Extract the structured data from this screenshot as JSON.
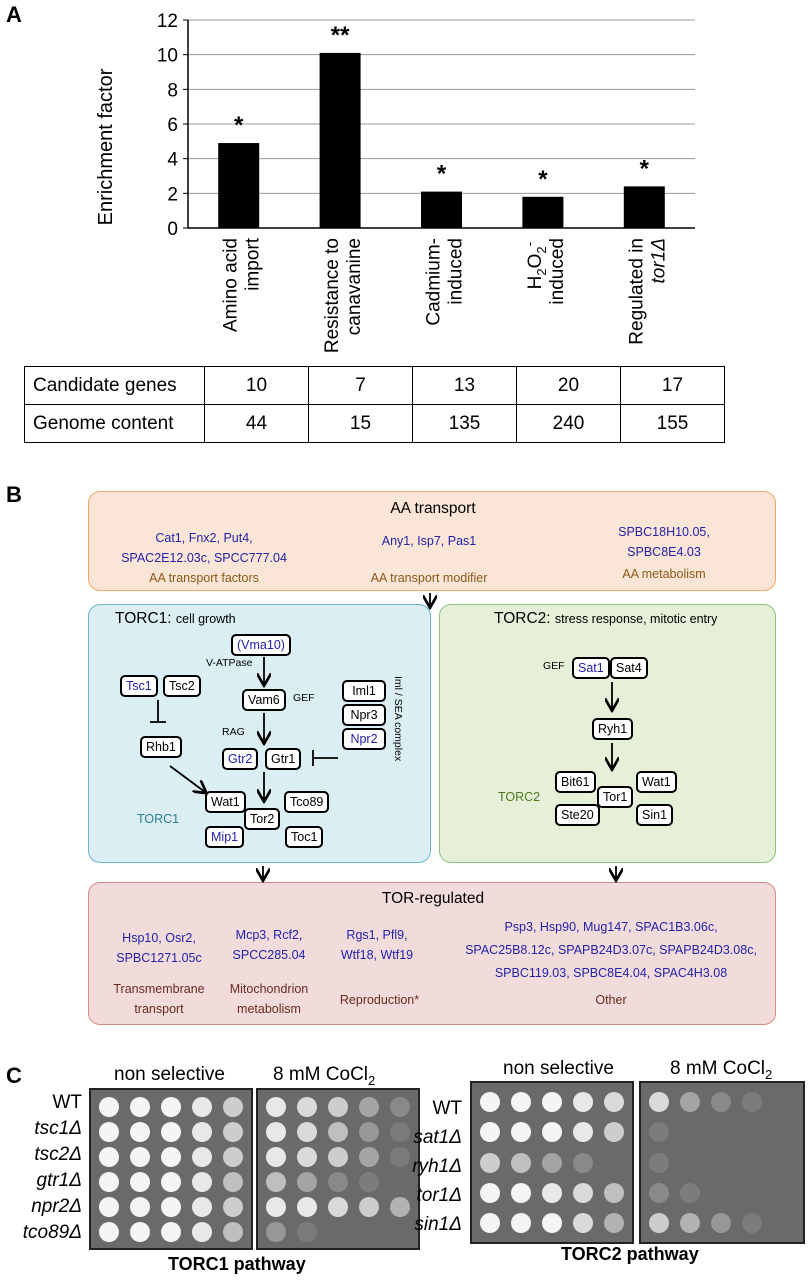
{
  "panel_a": {
    "label": "A",
    "chart_data": {
      "type": "bar",
      "ylabel": "Enrichment factor",
      "ylim": [
        0,
        12
      ],
      "yticks": [
        0,
        2,
        4,
        6,
        8,
        10,
        12
      ],
      "categories": [
        {
          "line1": "Amino acid",
          "line2": "import"
        },
        {
          "line1": "Resistance to",
          "line2": "canavanine"
        },
        {
          "line1": "Cadmium-",
          "line2": "induced"
        },
        {
          "line1": "H2O2-",
          "line2": "induced"
        },
        {
          "line1": "Regulated in",
          "line2": "tor1Δ"
        }
      ],
      "values": [
        4.9,
        10.1,
        2.1,
        1.8,
        2.4
      ],
      "significance": [
        "*",
        "**",
        "*",
        "*",
        "*"
      ],
      "grid": true
    },
    "table": {
      "rows": [
        {
          "label": "Candidate genes",
          "values": [
            "10",
            "7",
            "13",
            "20",
            "17"
          ]
        },
        {
          "label": "Genome content",
          "values": [
            "44",
            "15",
            "135",
            "240",
            "155"
          ]
        }
      ]
    }
  },
  "panel_b": {
    "label": "B",
    "aa_transport": {
      "title": "AA transport",
      "groups": [
        {
          "genes1": "Cat1, Fnx2, Put4,",
          "genes2": "SPAC2E12.03c, SPCC777.04",
          "category": "AA transport factors"
        },
        {
          "genes1": "Any1, Isp7, Pas1",
          "category": "AA transport modifier"
        },
        {
          "genes1": "SPBC18H10.05,",
          "genes2": "SPBC8E4.03",
          "category": "AA metabolism"
        }
      ]
    },
    "torc1": {
      "title": "TORC1:",
      "subtitle": "cell growth",
      "vma10": "(Vma10)",
      "v_atpase": "V-ATPase",
      "tsc1": "Tsc1",
      "tsc2": "Tsc2",
      "vam6": "Vam6",
      "gef": "GEF",
      "rhb1": "Rhb1",
      "rag": "RAG",
      "gtr2": "Gtr2",
      "gtr1": "Gtr1",
      "iml1": "Iml1",
      "npr3": "Npr3",
      "npr2": "Npr2",
      "sea_complex": "Iml / SEA complex",
      "complex_label": "TORC1",
      "wat1": "Wat1",
      "tco89": "Tco89",
      "tor2": "Tor2",
      "mip1": "Mip1",
      "toc1": "Toc1"
    },
    "torc2": {
      "title": "TORC2:",
      "subtitle": "stress response, mitotic entry",
      "gef": "GEF",
      "sat1": "Sat1",
      "sat4": "Sat4",
      "ryh1": "Ryh1",
      "complex_label": "TORC2",
      "bit61": "Bit61",
      "wat1": "Wat1",
      "tor1": "Tor1",
      "ste20": "Ste20",
      "sin1": "Sin1"
    },
    "tor_regulated": {
      "title": "TOR-regulated",
      "groups": [
        {
          "genes1": "Hsp10, Osr2,",
          "genes2": "SPBC1271.05c",
          "cat1": "Transmembrane",
          "cat2": "transport"
        },
        {
          "genes1": "Mcp3, Rcf2,",
          "genes2": "SPCC285.04",
          "cat1": "Mitochondrion",
          "cat2": "metabolism"
        },
        {
          "genes1": "Rgs1, Pfl9,",
          "genes2": "Wtf18, Wtf19",
          "cat1": "Reproduction*"
        },
        {
          "genes1": "Psp3, Hsp90, Mug147, SPAC1B3.06c,",
          "genes2": "SPAC25B8.12c, SPAPB24D3.07c, SPAPB24D3.08c,",
          "genes3": "SPBC119.03, SPBC8E4.04, SPAC4H3.08",
          "cat1": "Other"
        }
      ]
    }
  },
  "panel_c": {
    "label": "C",
    "left": {
      "conditions": [
        "non selective",
        "8 mM CoCl2"
      ],
      "strains": [
        "WT",
        "tsc1Δ",
        "tsc2Δ",
        "gtr1Δ",
        "npr2Δ",
        "tco89Δ"
      ],
      "pathway": "TORC1 pathway"
    },
    "right": {
      "conditions": [
        "non selective",
        "8 mM CoCl2"
      ],
      "strains": [
        "WT",
        "sat1Δ",
        "ryh1Δ",
        "tor1Δ",
        "sin1Δ"
      ],
      "pathway": "TORC2 pathway"
    }
  }
}
